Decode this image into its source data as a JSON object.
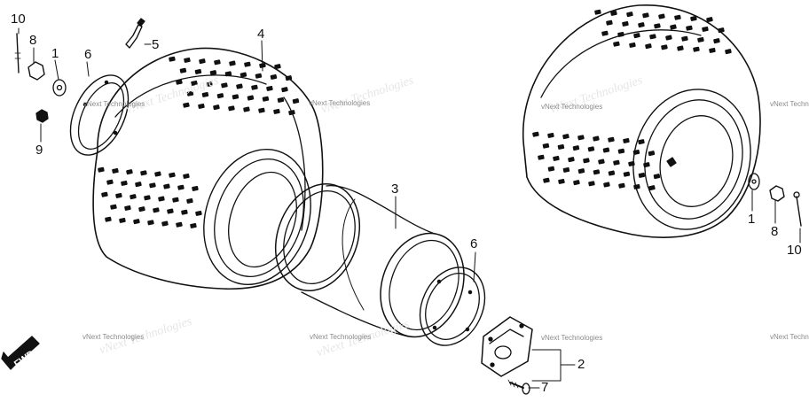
{
  "callouts": {
    "c10_left": "10",
    "c8_left": "8",
    "c1_left": "1",
    "c6_upper": "6",
    "c9": "9",
    "c5": "5",
    "c4": "4",
    "c3": "3",
    "c6_lower": "6",
    "c2": "2",
    "c7": "7",
    "c1_right": "1",
    "c8_right": "8",
    "c10_right": "10"
  },
  "direction_label": "FWD",
  "watermark": {
    "text": "vNext Technologies",
    "faded_text": "vNext Technologies"
  },
  "colors": {
    "line": "#111111",
    "background": "#ffffff",
    "watermark": "#8a8a8a"
  }
}
